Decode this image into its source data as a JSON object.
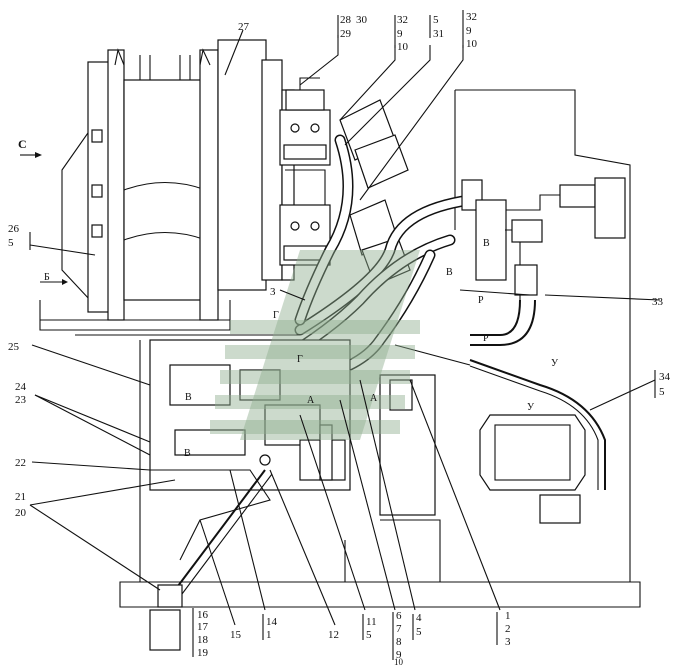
{
  "callouts": {
    "c27": "27",
    "c28": "28",
    "c29": "29",
    "c30": "30",
    "c32a": "32",
    "c9a": "9",
    "c10a": "10",
    "c5a": "5",
    "c31": "31",
    "c32b": "32",
    "c9b": "9",
    "c10b": "10",
    "c26": "26",
    "c5b": "5",
    "c25": "25",
    "c24": "24",
    "c23": "23",
    "c22": "22",
    "c21": "21",
    "c20": "20",
    "c33": "33",
    "c34": "34",
    "c5c": "5",
    "c16": "16",
    "c17": "17",
    "c18": "18",
    "c19": "19",
    "c15": "15",
    "c14": "14",
    "c1a": "1",
    "c12": "12",
    "c11": "11",
    "c5d": "5",
    "c6": "6",
    "c7": "7",
    "c8": "8",
    "c9c": "9",
    "c10c": "10",
    "c4": "4",
    "c5e": "5",
    "c1b": "1",
    "c2": "2",
    "c3": "3",
    "c3b": "3"
  },
  "letters": {
    "view_c": "С",
    "b_left": "Б",
    "g1": "Г",
    "g2": "Г",
    "v1": "В",
    "v2": "В",
    "v3": "В",
    "v4": "В",
    "a1": "А",
    "a2": "А",
    "r1": "Р",
    "r2": "Р",
    "u1": "У",
    "u2": "У"
  },
  "colors": {
    "ink": "#111111",
    "watermark": "#8fae8f"
  }
}
